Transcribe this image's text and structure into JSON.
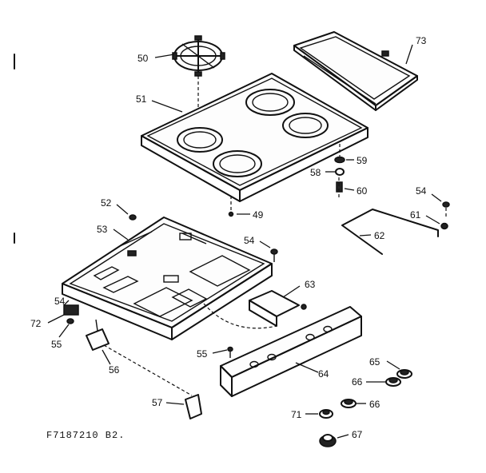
{
  "caption": "F7187210 B2.",
  "callouts": {
    "c50": "50",
    "c51": "51",
    "c52": "52",
    "c53": "53",
    "c54a": "54",
    "c54b": "54",
    "c54c": "54",
    "c55a": "55",
    "c55b": "55",
    "c56": "56",
    "c57": "57",
    "c58": "58",
    "c59": "59",
    "c60": "60",
    "c61": "61",
    "c62": "62",
    "c63": "63",
    "c64": "64",
    "c65": "65",
    "c66a": "66",
    "c66b": "66",
    "c67": "67",
    "c71": "71",
    "c72": "72",
    "c73": "73",
    "c49": "49"
  }
}
